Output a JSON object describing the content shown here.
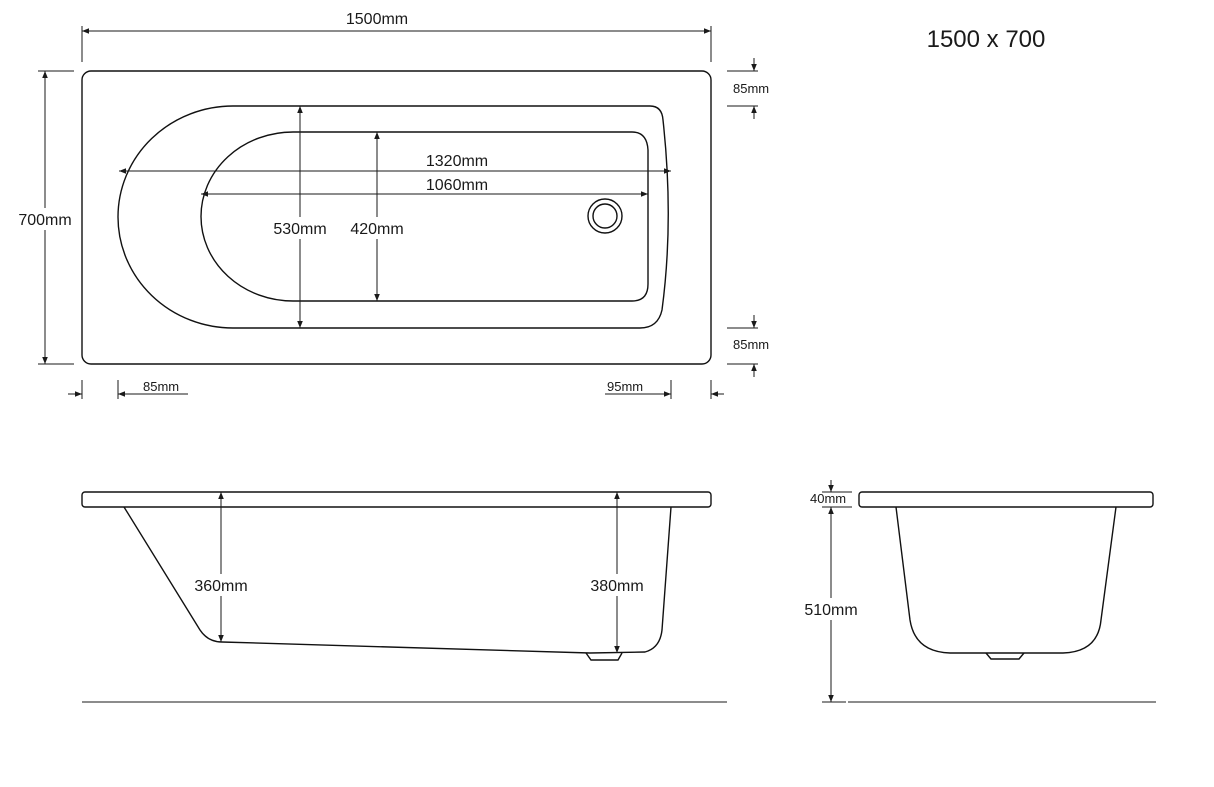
{
  "title": "1500 x 700",
  "plan_view": {
    "overall_length": "1500mm",
    "overall_width": "700mm",
    "top_rim": "85mm",
    "bottom_rim": "85mm",
    "left_rim": "85mm",
    "right_rim": "95mm",
    "inner_length": "1320mm",
    "base_length": "1060mm",
    "inner_width": "530mm",
    "base_width": "420mm"
  },
  "side_view": {
    "head_depth": "360mm",
    "foot_depth": "380mm"
  },
  "end_view": {
    "rim_thickness": "40mm",
    "total_height": "510mm"
  }
}
